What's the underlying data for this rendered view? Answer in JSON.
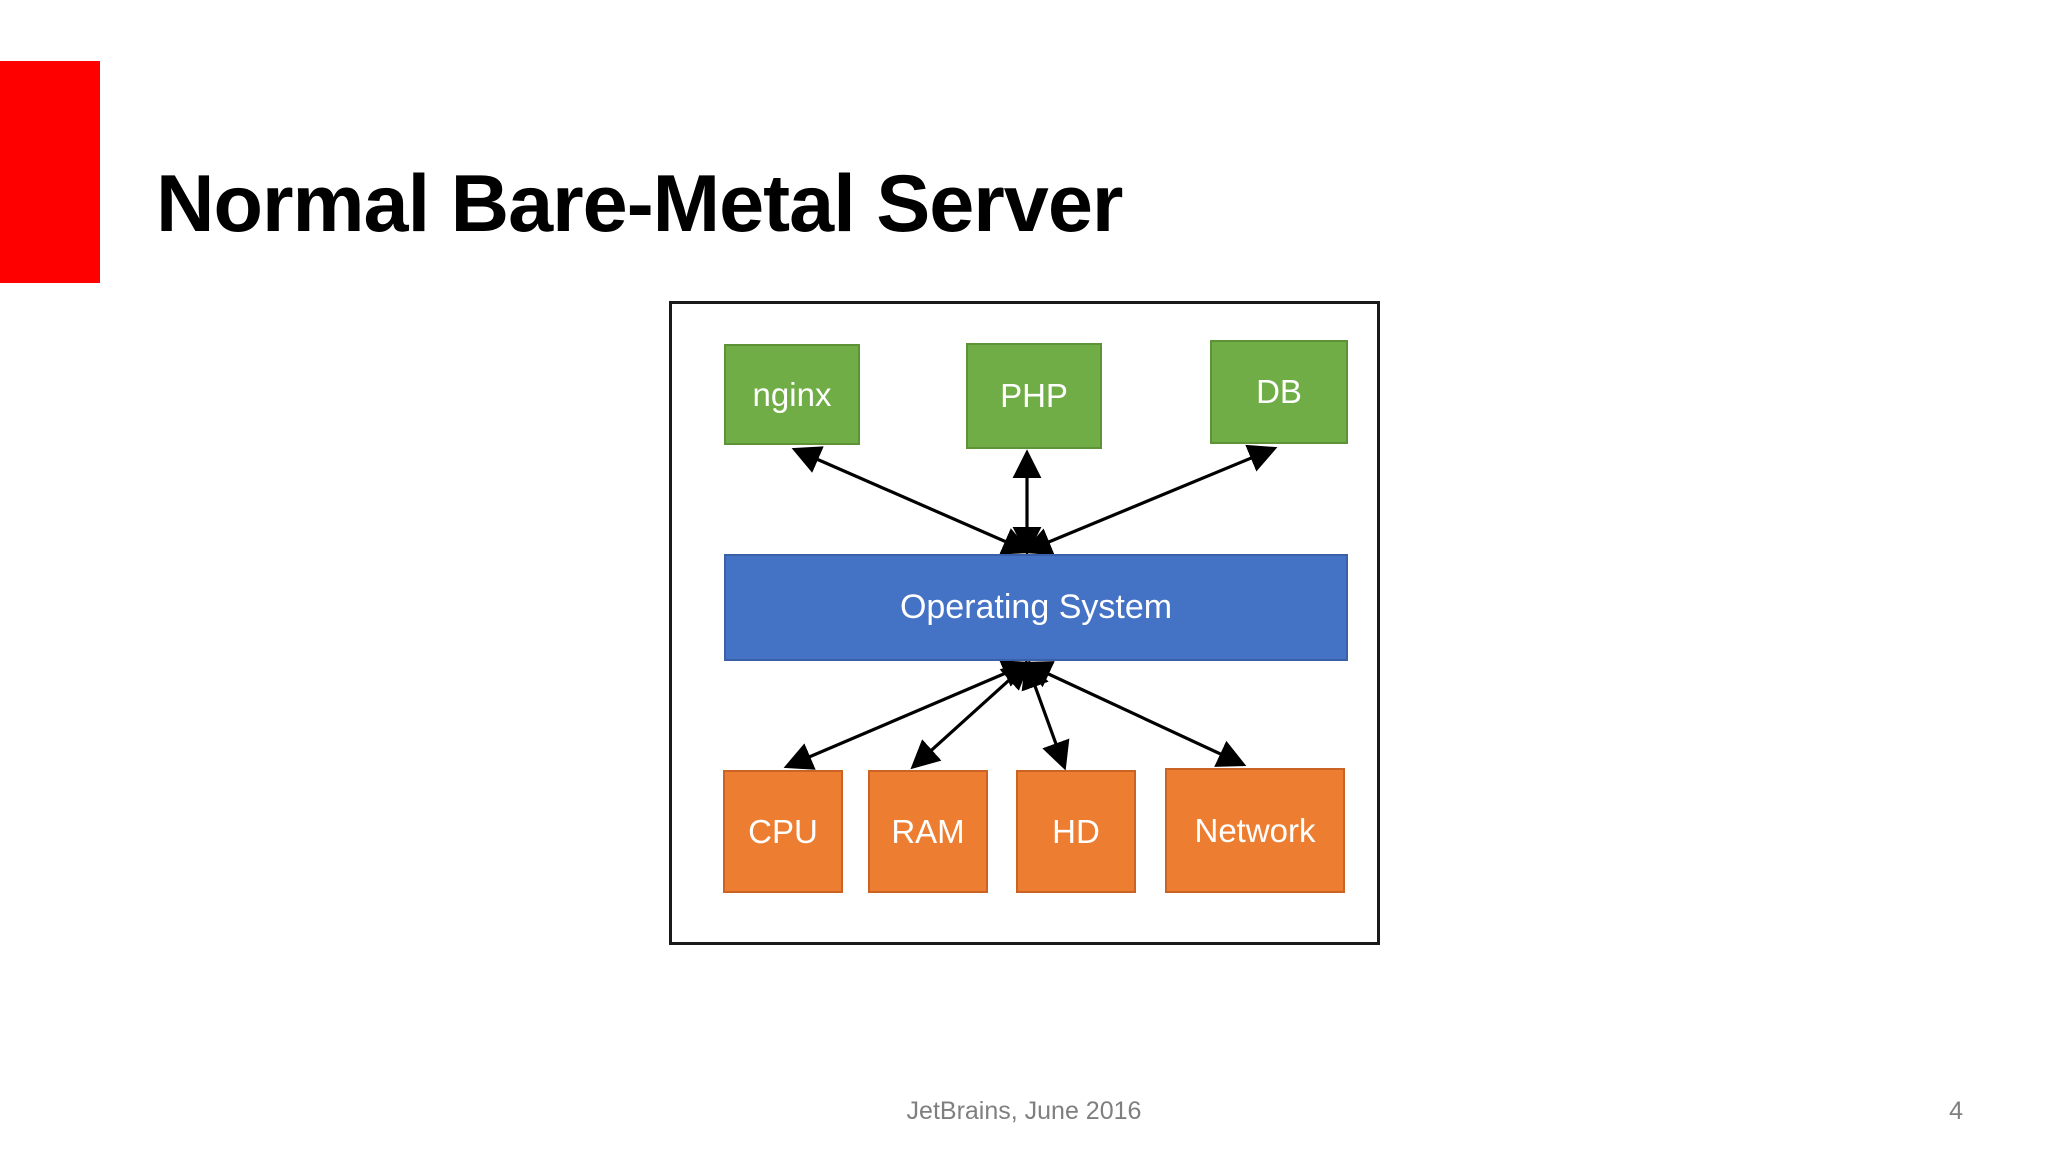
{
  "slide": {
    "title": "Normal Bare-Metal Server",
    "accent_color": "#FF0000",
    "background_color": "#FFFFFF"
  },
  "diagram": {
    "type": "layered-block-diagram",
    "frame_border_color": "#1A1A1A",
    "layers": [
      {
        "name": "services",
        "fill_color": "#70AD47",
        "border_color": "#5E9236",
        "nodes": [
          {
            "id": "nginx",
            "label": "nginx"
          },
          {
            "id": "php",
            "label": "PHP"
          },
          {
            "id": "db",
            "label": "DB"
          }
        ]
      },
      {
        "name": "operating-system",
        "fill_color": "#4472C4",
        "border_color": "#3A61A8",
        "nodes": [
          {
            "id": "os",
            "label": "Operating System"
          }
        ]
      },
      {
        "name": "hardware",
        "fill_color": "#ED7D31",
        "border_color": "#C96424",
        "nodes": [
          {
            "id": "cpu",
            "label": "CPU"
          },
          {
            "id": "ram",
            "label": "RAM"
          },
          {
            "id": "hd",
            "label": "HD"
          },
          {
            "id": "network",
            "label": "Network"
          }
        ]
      }
    ],
    "connectors": {
      "style": "double-headed-arrow",
      "color": "#000000",
      "edges": [
        {
          "from": "os",
          "to": "nginx"
        },
        {
          "from": "os",
          "to": "php"
        },
        {
          "from": "os",
          "to": "db"
        },
        {
          "from": "os",
          "to": "cpu"
        },
        {
          "from": "os",
          "to": "ram"
        },
        {
          "from": "os",
          "to": "hd"
        },
        {
          "from": "os",
          "to": "network"
        }
      ]
    }
  },
  "footer": {
    "credit": "JetBrains, June 2016",
    "page_number": "4",
    "text_color": "#7F7F7F"
  }
}
